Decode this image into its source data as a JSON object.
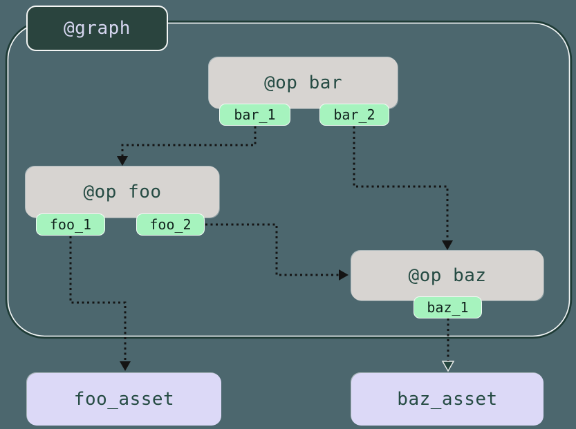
{
  "graph": {
    "label": "@graph"
  },
  "ops": [
    {
      "id": "bar",
      "label": "@op bar",
      "outputs": [
        "bar_1",
        "bar_2"
      ]
    },
    {
      "id": "foo",
      "label": "@op foo",
      "outputs": [
        "foo_1",
        "foo_2"
      ]
    },
    {
      "id": "baz",
      "label": "@op baz",
      "outputs": [
        "baz_1"
      ]
    }
  ],
  "assets": [
    {
      "label": "foo_asset"
    },
    {
      "label": "baz_asset"
    }
  ],
  "edges": [
    {
      "from": "bar.bar_1",
      "to": "op foo"
    },
    {
      "from": "bar.bar_2",
      "to": "op baz"
    },
    {
      "from": "foo.foo_2",
      "to": "op baz"
    },
    {
      "from": "foo.foo_1",
      "to": "foo_asset"
    },
    {
      "from": "baz.baz_1",
      "to": "baz_asset"
    }
  ],
  "colors": {
    "background": "#4C676E",
    "graph_fill": "#2A443E",
    "graph_text": "#D6D6F0",
    "graph_border_dark": "#1E3B35",
    "graph_border_light": "#F7F9F8",
    "op_fill": "#D7D4D1",
    "op_text": "#254B43",
    "output_tag_fill": "#A6F3BE",
    "output_tag_text": "#10211C",
    "asset_fill": "#DCD9F7",
    "asset_text": "#254B43",
    "edge_stroke": "#141414"
  }
}
